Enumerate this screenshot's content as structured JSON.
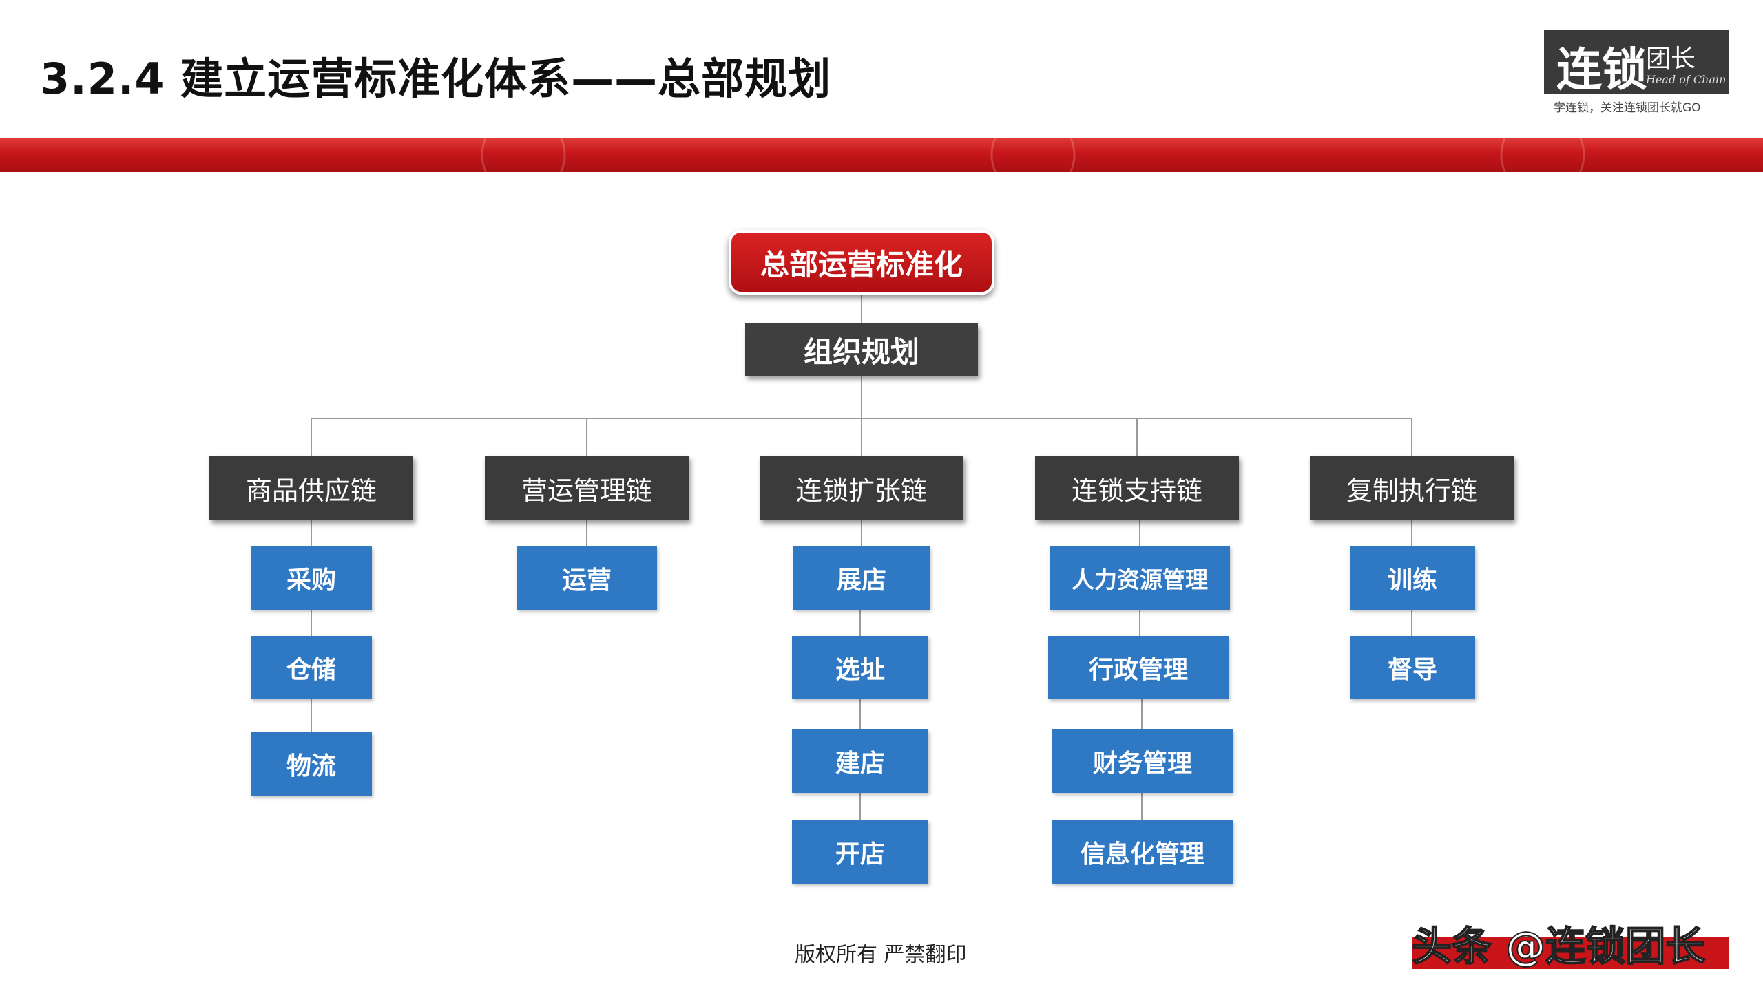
{
  "header": {
    "title": "3.2.4  建立运营标准化体系——总部规划",
    "logo_main": "连锁",
    "logo_sub": "团长",
    "logo_en": "Head of Chain",
    "logo_tagline": "学连锁，关注连锁团长就GO"
  },
  "diagram": {
    "root": "总部运营标准化",
    "level1": "组织规划",
    "chains": [
      {
        "label": "商品供应链",
        "items": [
          "采购",
          "仓储",
          "物流"
        ]
      },
      {
        "label": "营运管理链",
        "items": [
          "运营"
        ]
      },
      {
        "label": "连锁扩张链",
        "items": [
          "展店",
          "选址",
          "建店",
          "开店"
        ]
      },
      {
        "label": "连锁支持链",
        "items": [
          "人力资源管理",
          "行政管理",
          "财务管理",
          "信息化管理"
        ]
      },
      {
        "label": "复制执行链",
        "items": [
          "训练",
          "督导"
        ]
      }
    ]
  },
  "footer": {
    "copyright": "版权所有  严禁翻印",
    "corner_watermark": "头条 @连锁团长"
  },
  "colors": {
    "band_red": "#c7161a",
    "root_red": "#c8161b",
    "dark_box": "#3b3b3b",
    "leaf_blue": "#2f78c4",
    "line_gray": "#9a9a9a"
  }
}
